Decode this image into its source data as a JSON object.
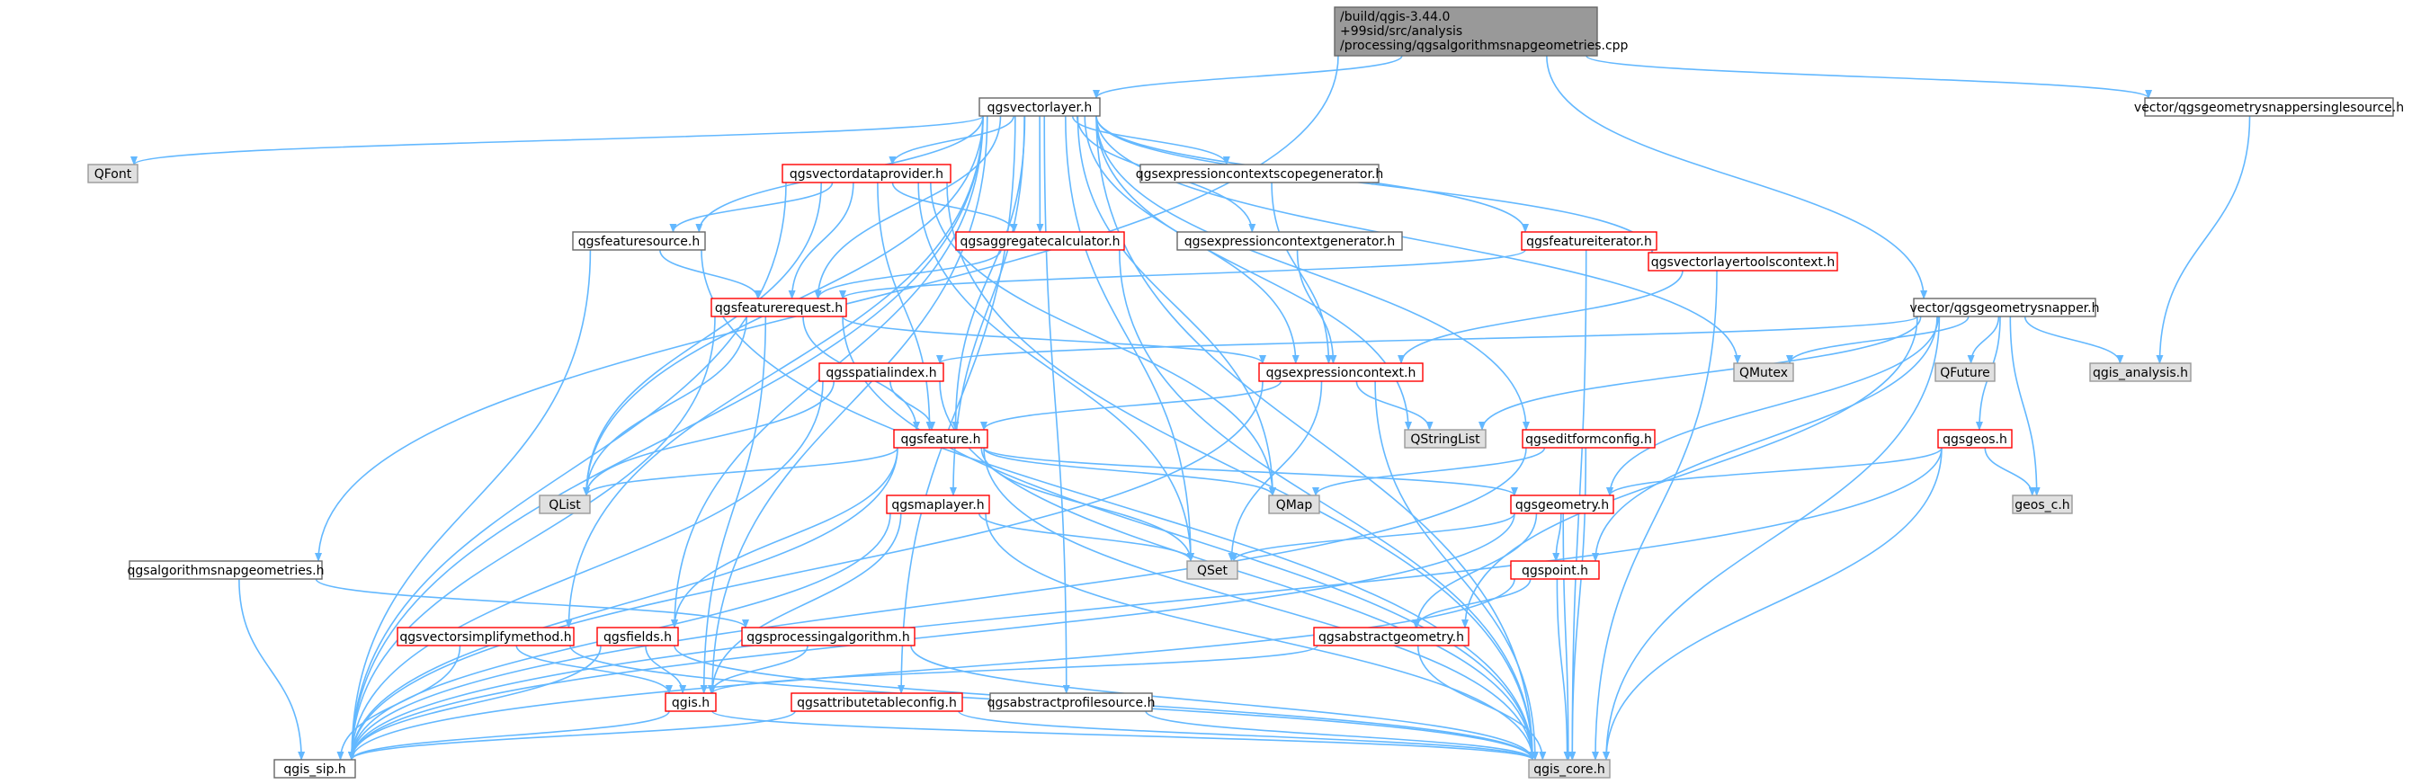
{
  "colors": {
    "edge": "#63b8ff",
    "root_fill": "#999999",
    "normal_fill": "#ffffff",
    "normal_border": "#666666",
    "red_border": "#ff0000",
    "external_fill": "#e0e0e0",
    "external_border": "#999999",
    "text": "#000000"
  },
  "nodes": [
    {
      "id": "root",
      "lines": [
        "/build/qgis-3.44.0",
        "+99sid/src/analysis",
        "/processing/qgsalgorithmsnapgeometries.cpp"
      ],
      "kind": "root"
    },
    {
      "id": "qgsvectorlayer_h",
      "lines": [
        "qgsvectorlayer.h"
      ],
      "kind": "normal"
    },
    {
      "id": "singlesource_h",
      "lines": [
        "vector/qgsgeometrysnappersinglesource.h"
      ],
      "kind": "normal"
    },
    {
      "id": "qfont",
      "lines": [
        "QFont"
      ],
      "kind": "external"
    },
    {
      "id": "qgsvectordataprovider_h",
      "lines": [
        "qgsvectordataprovider.h"
      ],
      "kind": "red"
    },
    {
      "id": "scopegen_h",
      "lines": [
        "qgsexpressioncontextscopegenerator.h"
      ],
      "kind": "normal"
    },
    {
      "id": "qgsfeaturesource_h",
      "lines": [
        "qgsfeaturesource.h"
      ],
      "kind": "normal"
    },
    {
      "id": "qgsaggregatecalculator_h",
      "lines": [
        "qgsaggregatecalculator.h"
      ],
      "kind": "red"
    },
    {
      "id": "ctxgen_h",
      "lines": [
        "qgsexpressioncontextgenerator.h"
      ],
      "kind": "normal"
    },
    {
      "id": "qgsfeatureiterator_h",
      "lines": [
        "qgsfeatureiterator.h"
      ],
      "kind": "red"
    },
    {
      "id": "qgsfeaturerequest_h",
      "lines": [
        "qgsfeaturerequest.h"
      ],
      "kind": "red"
    },
    {
      "id": "toolscontext_h",
      "lines": [
        "qgsvectorlayertoolscontext.h"
      ],
      "kind": "red"
    },
    {
      "id": "geomsnapper_h",
      "lines": [
        "vector/qgsgeometrysnapper.h"
      ],
      "kind": "normal"
    },
    {
      "id": "qgsspatialindex_h",
      "lines": [
        "qgsspatialindex.h"
      ],
      "kind": "red"
    },
    {
      "id": "qgsexpressioncontext_h",
      "lines": [
        "qgsexpressioncontext.h"
      ],
      "kind": "red"
    },
    {
      "id": "qmutex",
      "lines": [
        "QMutex"
      ],
      "kind": "external"
    },
    {
      "id": "qfuture",
      "lines": [
        "QFuture"
      ],
      "kind": "external"
    },
    {
      "id": "qgis_analysis",
      "lines": [
        "qgis_analysis.h"
      ],
      "kind": "external"
    },
    {
      "id": "qgsfeature_h",
      "lines": [
        "qgsfeature.h"
      ],
      "kind": "red"
    },
    {
      "id": "qstringlist",
      "lines": [
        "QStringList"
      ],
      "kind": "external"
    },
    {
      "id": "qgseditformconfig_h",
      "lines": [
        "qgseditformconfig.h"
      ],
      "kind": "red"
    },
    {
      "id": "qgsgeos_h",
      "lines": [
        "qgsgeos.h"
      ],
      "kind": "red"
    },
    {
      "id": "qlist",
      "lines": [
        "QList"
      ],
      "kind": "external"
    },
    {
      "id": "qgsmaplayer_h",
      "lines": [
        "qgsmaplayer.h"
      ],
      "kind": "red"
    },
    {
      "id": "qmap",
      "lines": [
        "QMap"
      ],
      "kind": "external"
    },
    {
      "id": "qgsgeometry_h",
      "lines": [
        "qgsgeometry.h"
      ],
      "kind": "red"
    },
    {
      "id": "geos_c",
      "lines": [
        "geos_c.h"
      ],
      "kind": "external"
    },
    {
      "id": "qset",
      "lines": [
        "QSet"
      ],
      "kind": "external"
    },
    {
      "id": "qgsalgsnap_h",
      "lines": [
        "qgsalgorithmsnapgeometries.h"
      ],
      "kind": "normal"
    },
    {
      "id": "qgspoint_h",
      "lines": [
        "qgspoint.h"
      ],
      "kind": "red"
    },
    {
      "id": "simplify_h",
      "lines": [
        "qgsvectorsimplifymethod.h"
      ],
      "kind": "red"
    },
    {
      "id": "qgsfields_h",
      "lines": [
        "qgsfields.h"
      ],
      "kind": "red"
    },
    {
      "id": "procalg_h",
      "lines": [
        "qgsprocessingalgorithm.h"
      ],
      "kind": "red"
    },
    {
      "id": "absgeom_h",
      "lines": [
        "qgsabstractgeometry.h"
      ],
      "kind": "red"
    },
    {
      "id": "qgis_h",
      "lines": [
        "qgis.h"
      ],
      "kind": "red"
    },
    {
      "id": "attrtable_h",
      "lines": [
        "qgsattributetableconfig.h"
      ],
      "kind": "red"
    },
    {
      "id": "absprofile_h",
      "lines": [
        "qgsabstractprofilesource.h"
      ],
      "kind": "normal"
    },
    {
      "id": "qgis_sip",
      "lines": [
        "qgis_sip.h"
      ],
      "kind": "normal"
    },
    {
      "id": "qgis_core",
      "lines": [
        "qgis_core.h"
      ],
      "kind": "external"
    }
  ],
  "edges": [
    [
      "root",
      "qgsvectorlayer_h"
    ],
    [
      "root",
      "singlesource_h"
    ],
    [
      "root",
      "geomsnapper_h"
    ],
    [
      "root",
      "qgsalgsnap_h"
    ],
    [
      "singlesource_h",
      "qgis_analysis"
    ],
    [
      "qgsvectorlayer_h",
      "qfont"
    ],
    [
      "qgsvectorlayer_h",
      "qgsvectordataprovider_h"
    ],
    [
      "qgsvectorlayer_h",
      "scopegen_h"
    ],
    [
      "qgsvectorlayer_h",
      "qgsfeaturesource_h"
    ],
    [
      "qgsvectorlayer_h",
      "qgsaggregatecalculator_h"
    ],
    [
      "qgsvectorlayer_h",
      "ctxgen_h"
    ],
    [
      "qgsvectorlayer_h",
      "qgsfeatureiterator_h"
    ],
    [
      "qgsvectorlayer_h",
      "qgsfeaturerequest_h"
    ],
    [
      "qgsvectorlayer_h",
      "toolscontext_h"
    ],
    [
      "qgsvectorlayer_h",
      "qgsexpressioncontext_h"
    ],
    [
      "qgsvectorlayer_h",
      "qmutex"
    ],
    [
      "qgsvectorlayer_h",
      "qgsfeature_h"
    ],
    [
      "qgsvectorlayer_h",
      "qstringlist"
    ],
    [
      "qgsvectorlayer_h",
      "qgseditformconfig_h"
    ],
    [
      "qgsvectorlayer_h",
      "qlist"
    ],
    [
      "qgsvectorlayer_h",
      "qgsmaplayer_h"
    ],
    [
      "qgsvectorlayer_h",
      "qmap"
    ],
    [
      "qgsvectorlayer_h",
      "qset"
    ],
    [
      "qgsvectorlayer_h",
      "simplify_h"
    ],
    [
      "qgsvectorlayer_h",
      "qgsfields_h"
    ],
    [
      "qgsvectorlayer_h",
      "qgis_h"
    ],
    [
      "qgsvectorlayer_h",
      "attrtable_h"
    ],
    [
      "qgsvectorlayer_h",
      "absprofile_h"
    ],
    [
      "qgsvectorlayer_h",
      "qgis_sip"
    ],
    [
      "qgsvectorlayer_h",
      "qgis_core"
    ],
    [
      "qgsvectordataprovider_h",
      "qgsfeaturesource_h"
    ],
    [
      "qgsvectordataprovider_h",
      "qgsaggregatecalculator_h"
    ],
    [
      "qgsvectordataprovider_h",
      "qgsfeaturerequest_h"
    ],
    [
      "qgsvectordataprovider_h",
      "qgsfeature_h"
    ],
    [
      "qgsvectordataprovider_h",
      "qlist"
    ],
    [
      "qgsvectordataprovider_h",
      "qmap"
    ],
    [
      "qgsvectordataprovider_h",
      "qset"
    ],
    [
      "qgsvectordataprovider_h",
      "qgis_sip"
    ],
    [
      "qgsvectordataprovider_h",
      "qgis_core"
    ],
    [
      "scopegen_h",
      "qgsexpressioncontext_h"
    ],
    [
      "qgsfeaturesource_h",
      "qgsfeaturerequest_h"
    ],
    [
      "qgsfeaturesource_h",
      "qgis_sip"
    ],
    [
      "qgsfeaturesource_h",
      "qgis_core"
    ],
    [
      "qgsaggregatecalculator_h",
      "qgsfeaturerequest_h"
    ],
    [
      "qgsaggregatecalculator_h",
      "qgis_core"
    ],
    [
      "ctxgen_h",
      "qgsexpressioncontext_h"
    ],
    [
      "qgsfeatureiterator_h",
      "qgsfeaturerequest_h"
    ],
    [
      "qgsfeatureiterator_h",
      "qgis_core"
    ],
    [
      "qgsfeaturerequest_h",
      "qgsexpressioncontext_h"
    ],
    [
      "qgsfeaturerequest_h",
      "qgsfeature_h"
    ],
    [
      "qgsfeaturerequest_h",
      "qlist"
    ],
    [
      "qgsfeaturerequest_h",
      "qgis_sip"
    ],
    [
      "qgsfeaturerequest_h",
      "qgis_h"
    ],
    [
      "qgsfeaturerequest_h",
      "qgis_core"
    ],
    [
      "toolscontext_h",
      "qgsexpressioncontext_h"
    ],
    [
      "toolscontext_h",
      "qgis_core"
    ],
    [
      "geomsnapper_h",
      "qgsspatialindex_h"
    ],
    [
      "geomsnapper_h",
      "qmutex"
    ],
    [
      "geomsnapper_h",
      "qfuture"
    ],
    [
      "geomsnapper_h",
      "qgis_analysis"
    ],
    [
      "geomsnapper_h",
      "qstringlist"
    ],
    [
      "geomsnapper_h",
      "qgsgeos_h"
    ],
    [
      "geomsnapper_h",
      "qgsgeometry_h"
    ],
    [
      "geomsnapper_h",
      "geos_c"
    ],
    [
      "geomsnapper_h",
      "qgspoint_h"
    ],
    [
      "geomsnapper_h",
      "absgeom_h"
    ],
    [
      "geomsnapper_h",
      "qgis_core"
    ],
    [
      "qgsspatialindex_h",
      "qgsfeature_h"
    ],
    [
      "qgsspatialindex_h",
      "qlist"
    ],
    [
      "qgsspatialindex_h",
      "qgis_sip"
    ],
    [
      "qgsspatialindex_h",
      "qgis_core"
    ],
    [
      "qgsexpressioncontext_h",
      "qgsfeature_h"
    ],
    [
      "qgsexpressioncontext_h",
      "qstringlist"
    ],
    [
      "qgsexpressioncontext_h",
      "qset"
    ],
    [
      "qgsexpressioncontext_h",
      "qgis_sip"
    ],
    [
      "qgsexpressioncontext_h",
      "qgis_core"
    ],
    [
      "qgsfeature_h",
      "qlist"
    ],
    [
      "qgsfeature_h",
      "qmap"
    ],
    [
      "qgsfeature_h",
      "qgsgeometry_h"
    ],
    [
      "qgsfeature_h",
      "qset"
    ],
    [
      "qgsfeature_h",
      "qgsfields_h"
    ],
    [
      "qgsfeature_h",
      "qgis_sip"
    ],
    [
      "qgsfeature_h",
      "qgis_core"
    ],
    [
      "qgseditformconfig_h",
      "qmap"
    ],
    [
      "qgseditformconfig_h",
      "qgis_sip"
    ],
    [
      "qgseditformconfig_h",
      "qgis_core"
    ],
    [
      "qgsgeos_h",
      "qgsgeometry_h"
    ],
    [
      "qgsgeos_h",
      "geos_c"
    ],
    [
      "qgsgeos_h",
      "qgis_sip"
    ],
    [
      "qgsgeos_h",
      "qgis_core"
    ],
    [
      "qgsmaplayer_h",
      "qset"
    ],
    [
      "qgsmaplayer_h",
      "qgis_h"
    ],
    [
      "qgsmaplayer_h",
      "qgis_sip"
    ],
    [
      "qgsmaplayer_h",
      "qgis_core"
    ],
    [
      "qgsgeometry_h",
      "qset"
    ],
    [
      "qgsgeometry_h",
      "qgspoint_h"
    ],
    [
      "qgsgeometry_h",
      "absgeom_h"
    ],
    [
      "qgsgeometry_h",
      "qgis_sip"
    ],
    [
      "qgsgeometry_h",
      "qgis_core"
    ],
    [
      "qgsalgsnap_h",
      "procalg_h"
    ],
    [
      "qgsalgsnap_h",
      "qgis_sip"
    ],
    [
      "qgspoint_h",
      "absgeom_h"
    ],
    [
      "qgspoint_h",
      "qgis_sip"
    ],
    [
      "qgspoint_h",
      "qgis_core"
    ],
    [
      "simplify_h",
      "qgis_h"
    ],
    [
      "simplify_h",
      "qgis_sip"
    ],
    [
      "simplify_h",
      "qgis_core"
    ],
    [
      "qgsfields_h",
      "qgis_h"
    ],
    [
      "qgsfields_h",
      "qgis_sip"
    ],
    [
      "qgsfields_h",
      "qgis_core"
    ],
    [
      "procalg_h",
      "qgis_h"
    ],
    [
      "procalg_h",
      "qgis_core"
    ],
    [
      "absgeom_h",
      "qgis_h"
    ],
    [
      "absgeom_h",
      "qgis_core"
    ],
    [
      "qgis_h",
      "qgis_sip"
    ],
    [
      "qgis_h",
      "qgis_core"
    ],
    [
      "attrtable_h",
      "qgis_sip"
    ],
    [
      "attrtable_h",
      "qgis_core"
    ],
    [
      "absprofile_h",
      "qgis_core"
    ]
  ]
}
